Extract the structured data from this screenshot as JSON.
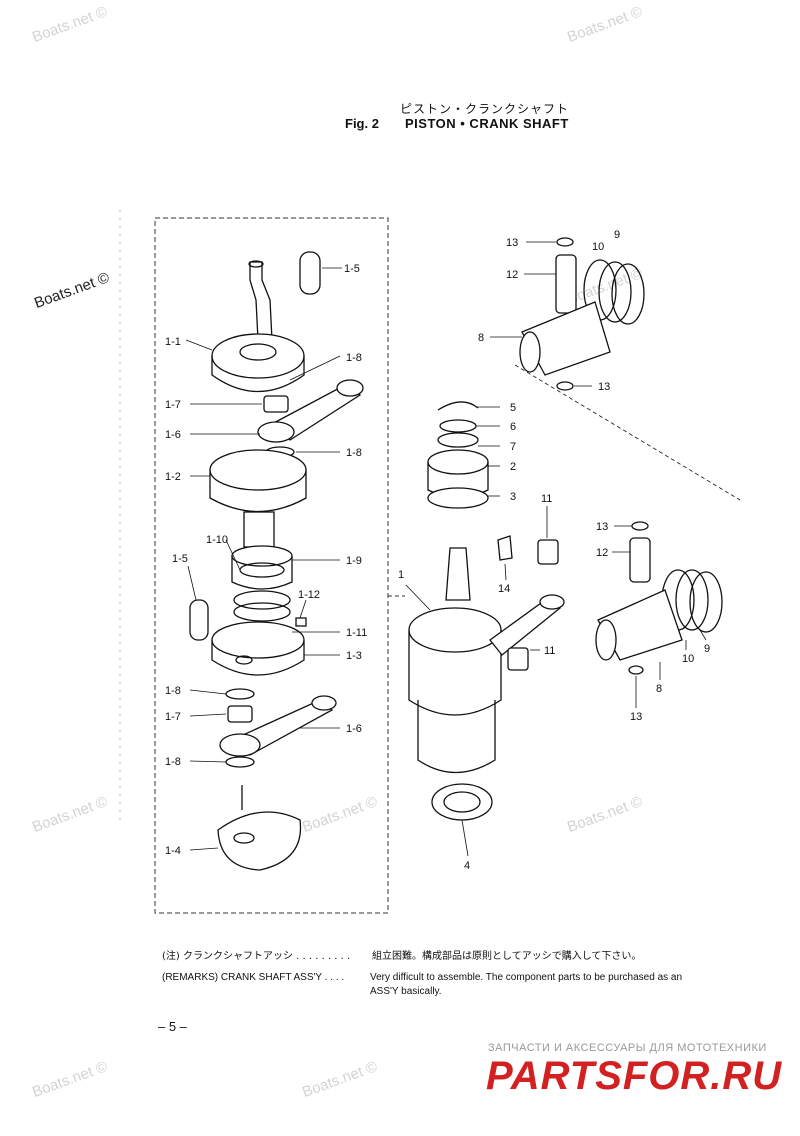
{
  "title": {
    "japanese": "ピストン・クランクシャフト",
    "fig": "Fig. 2",
    "main": "PISTON • CRANK SHAFT"
  },
  "watermarks": [
    "Boats.net ©",
    "Boats.net ©",
    "Boats.net ©",
    "Boats.net ©",
    "Boats.net ©",
    "Boats.net ©",
    "Boats.net ©",
    "Boats.net ©",
    "Boats.net ©"
  ],
  "part_labels": {
    "l1_5a": "1-5",
    "l1_1": "1-1",
    "l1_8a": "1-8",
    "l1_7a": "1-7",
    "l1_6a": "1-6",
    "l1_8b": "1-8",
    "l1_2": "1-2",
    "l1_10": "1-10",
    "l1_9": "1-9",
    "l1_5b": "1-5",
    "l1_12": "1-12",
    "l1_11": "1-11",
    "l1_3": "1-3",
    "l1_8c": "1-8",
    "l1_7b": "1-7",
    "l1_6b": "1-6",
    "l1_8d": "1-8",
    "l1_4": "1-4",
    "p13a": "13",
    "p12a": "12",
    "p10a": "10",
    "p9a": "9",
    "p8a": "8",
    "p13b": "13",
    "p5": "5",
    "p6": "6",
    "p7": "7",
    "p2": "2",
    "p3": "3",
    "p11a": "11",
    "p14": "14",
    "p1": "1",
    "p13c": "13",
    "p12b": "12",
    "p11b": "11",
    "p10b": "10",
    "p9b": "9",
    "p8b": "8",
    "p13d": "13",
    "p4": "4"
  },
  "remarks": {
    "jp_label": "(注) クランクシャフトアッシ . . . . . . . . .",
    "jp_text": "組立困難。構成部品は原則としてアッシで購入して下さい。",
    "en_label": "(REMARKS) CRANK SHAFT ASS'Y . . . .",
    "en_text_1": "Very difficult to assemble. The component parts to be purchased as an",
    "en_text_2": "ASS'Y basically."
  },
  "page_number": "– 5 –",
  "ad": {
    "tagline": "ЗАПЧАСТИ И АКСЕССУАРЫ ДЛЯ МОТОТЕХНИКИ",
    "logo": "PARTSFOR.RU"
  },
  "colors": {
    "ink": "#111111",
    "watermark": "#d3d3d3",
    "logo_red": "#d32020"
  }
}
